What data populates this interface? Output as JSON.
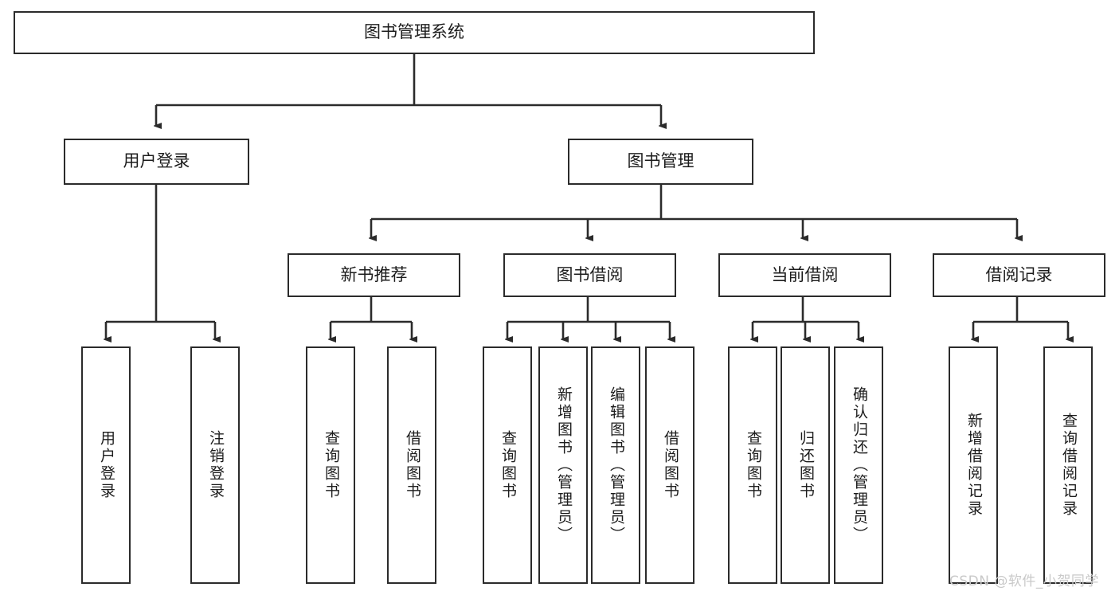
{
  "diagram": {
    "title": "图书管理系统",
    "type": "tree",
    "nodes": {
      "root": {
        "label": "图书管理系统"
      },
      "level2": [
        {
          "id": "user-login",
          "label": "用户登录"
        },
        {
          "id": "book-management",
          "label": "图书管理"
        }
      ],
      "level3": [
        {
          "id": "new-book-recommend",
          "label": "新书推荐"
        },
        {
          "id": "book-borrow",
          "label": "图书借阅"
        },
        {
          "id": "current-borrow",
          "label": "当前借阅"
        },
        {
          "id": "borrow-record",
          "label": "借阅记录"
        }
      ],
      "leaves": [
        {
          "id": "leaf-user-login",
          "label": "用户登录",
          "parent": "user-login"
        },
        {
          "id": "leaf-logout-login",
          "label": "注销登录",
          "parent": "user-login"
        },
        {
          "id": "leaf-query-book-1",
          "label": "查询图书",
          "parent": "new-book-recommend"
        },
        {
          "id": "leaf-borrow-book-1",
          "label": "借阅图书",
          "parent": "new-book-recommend"
        },
        {
          "id": "leaf-query-book-2",
          "label": "查询图书",
          "parent": "book-borrow"
        },
        {
          "id": "leaf-add-book-admin",
          "label": "新增图书（管理员）",
          "parent": "book-borrow"
        },
        {
          "id": "leaf-edit-book-admin",
          "label": "编辑图书（管理员）",
          "parent": "book-borrow"
        },
        {
          "id": "leaf-borrow-book-2",
          "label": "借阅图书",
          "parent": "book-borrow"
        },
        {
          "id": "leaf-query-book-3",
          "label": "查询图书",
          "parent": "current-borrow"
        },
        {
          "id": "leaf-return-book",
          "label": "归还图书",
          "parent": "current-borrow"
        },
        {
          "id": "leaf-confirm-return-admin",
          "label": "确认归还（管理员）",
          "parent": "current-borrow"
        },
        {
          "id": "leaf-add-borrow-record",
          "label": "新增借阅记录",
          "parent": "borrow-record"
        },
        {
          "id": "leaf-query-borrow-record",
          "label": "查询借阅记录",
          "parent": "borrow-record"
        }
      ]
    }
  },
  "watermark": {
    "text": "CSDN @软件_小贺同学"
  },
  "colors": {
    "stroke": "#2b2b2b",
    "background": "#ffffff",
    "text": "#1c1c1c",
    "watermark": "#c9c9c9"
  }
}
